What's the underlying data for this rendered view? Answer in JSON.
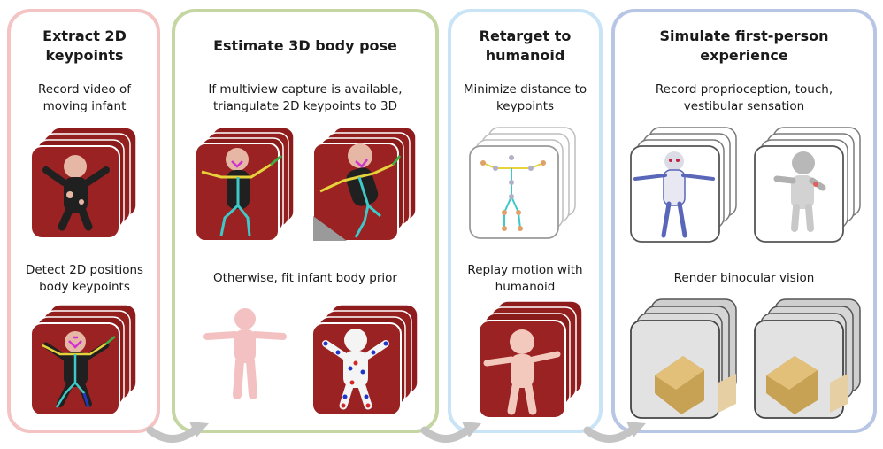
{
  "colors": {
    "pink": "#f4c4c4",
    "green": "#c5d6a2",
    "blue": "#c9e4f6",
    "lavender": "#b8c6e6",
    "arrow": "#c4c4c4",
    "mat": "#8e1c1c",
    "skin": "#f2c9bc",
    "robot": "#e7cfa4",
    "bone": "#e8e8f2",
    "bodyprior": "#f3c1c1",
    "keyline_yellow": "#e6d23a",
    "keyline_cyan": "#3fc8c8",
    "keyline_magenta": "#d033d0",
    "keyline_green": "#3cb043",
    "keypoint_blue": "#2235c8",
    "keypoint_red": "#d42626"
  },
  "steps": [
    {
      "title": "Extract 2D keypoints",
      "cap1": "Record video of moving infant",
      "cap2": "Detect 2D positions body keypoints"
    },
    {
      "title": "Estimate 3D body pose",
      "cap1": "If multiview capture is available, triangulate 2D keypoints to 3D",
      "cap2": "Otherwise, fit infant body prior"
    },
    {
      "title": "Retarget to humanoid",
      "cap1": "Minimize distance to keypoints",
      "cap2": "Replay motion with humanoid"
    },
    {
      "title": "Simulate first-person experience",
      "cap1": "Record proprioception, touch, vestibular sensation",
      "cap2": "Render binocular vision"
    }
  ]
}
